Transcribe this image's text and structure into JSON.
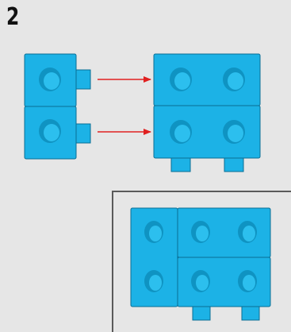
{
  "step": {
    "number": "2"
  },
  "colors": {
    "background": "#e6e6e6",
    "cube_face": "#1cb2e6",
    "cube_edge": "#0a6d94",
    "hole_outer": "#0f93c2",
    "hole_inner": "#2cbfee",
    "arrow": "#e02020",
    "frame": "#5a5a5a"
  },
  "assembly": {
    "left_part": {
      "cubes": 2,
      "holes": 2,
      "pegs": 2,
      "peg_side": "right"
    },
    "right_part": {
      "cubes": 4,
      "holes": 4,
      "pegs": 2,
      "peg_side": "bottom"
    },
    "arrows": 2,
    "result": {
      "cubes": 6,
      "holes": 6,
      "pegs": 2,
      "peg_side": "bottom"
    }
  }
}
